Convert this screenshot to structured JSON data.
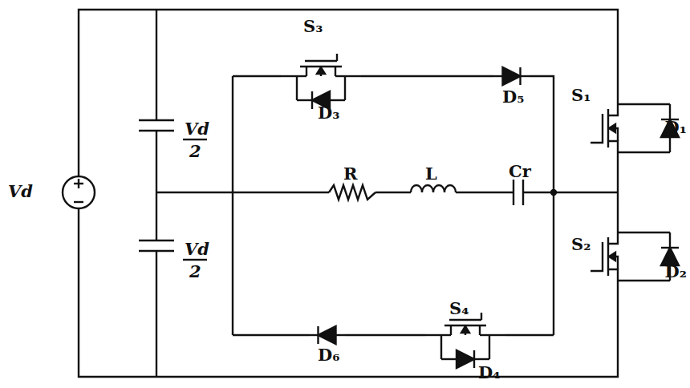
{
  "diagram": {
    "labels": [
      "S₃",
      "D₃",
      "D₅",
      "S₁",
      "D₁",
      "Vd",
      "Vd",
      "2",
      "R",
      "L",
      "Cr",
      "S₂",
      "D₂",
      "Vd",
      "2",
      "S₄",
      "D₄",
      "D₆"
    ]
  }
}
